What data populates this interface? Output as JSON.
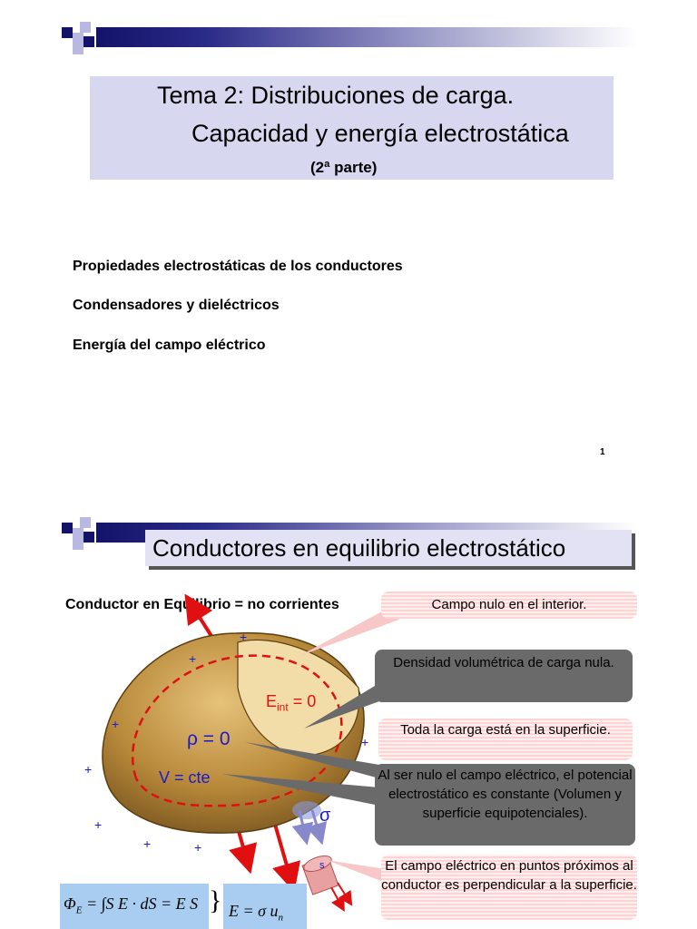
{
  "slide1": {
    "title_line1": "Tema 2: Distribuciones de carga.",
    "title_line2": "Capacidad y energía electrostática",
    "title_line3": "(2ª parte)",
    "topics": [
      "Propiedades electrostáticas de los conductores",
      "Condensadores y dieléctricos",
      "Energía del campo eléctrico"
    ],
    "page_number": "1"
  },
  "slide2": {
    "title": "Conductores en equilibrio electrostático",
    "subheading": "Conductor en Equilibrio = no corrientes",
    "diagram_labels": {
      "e_int": "E",
      "e_int_sub": "int",
      "e_int_eq": " = 0",
      "rho": "ρ = 0",
      "v": "V = cte",
      "sigma": "σ",
      "s": "s",
      "plus": "+"
    },
    "callouts": [
      "Campo nulo en el interior.",
      "Densidad volumétrica de carga nula.",
      "Toda la carga está en la superficie.",
      "Al ser nulo el campo eléctrico, el potencial electrostático es constante (Volumen y superficie equipotenciales).",
      "El campo eléctrico en puntos próximos al conductor es perpendicular a la superficie."
    ],
    "formula_left": "Φ",
    "formula_left_sub": "E",
    "formula_left_rest": " = ∫S E · dS = E S",
    "formula_right": "E = σ u",
    "formula_right_sub": "n"
  },
  "colors": {
    "header_bar": "#131369",
    "title_box": "#d7d7ef",
    "arrow_red": "#e01010",
    "conductor": "#b8893a",
    "label_blue": "#1a1ad0"
  }
}
